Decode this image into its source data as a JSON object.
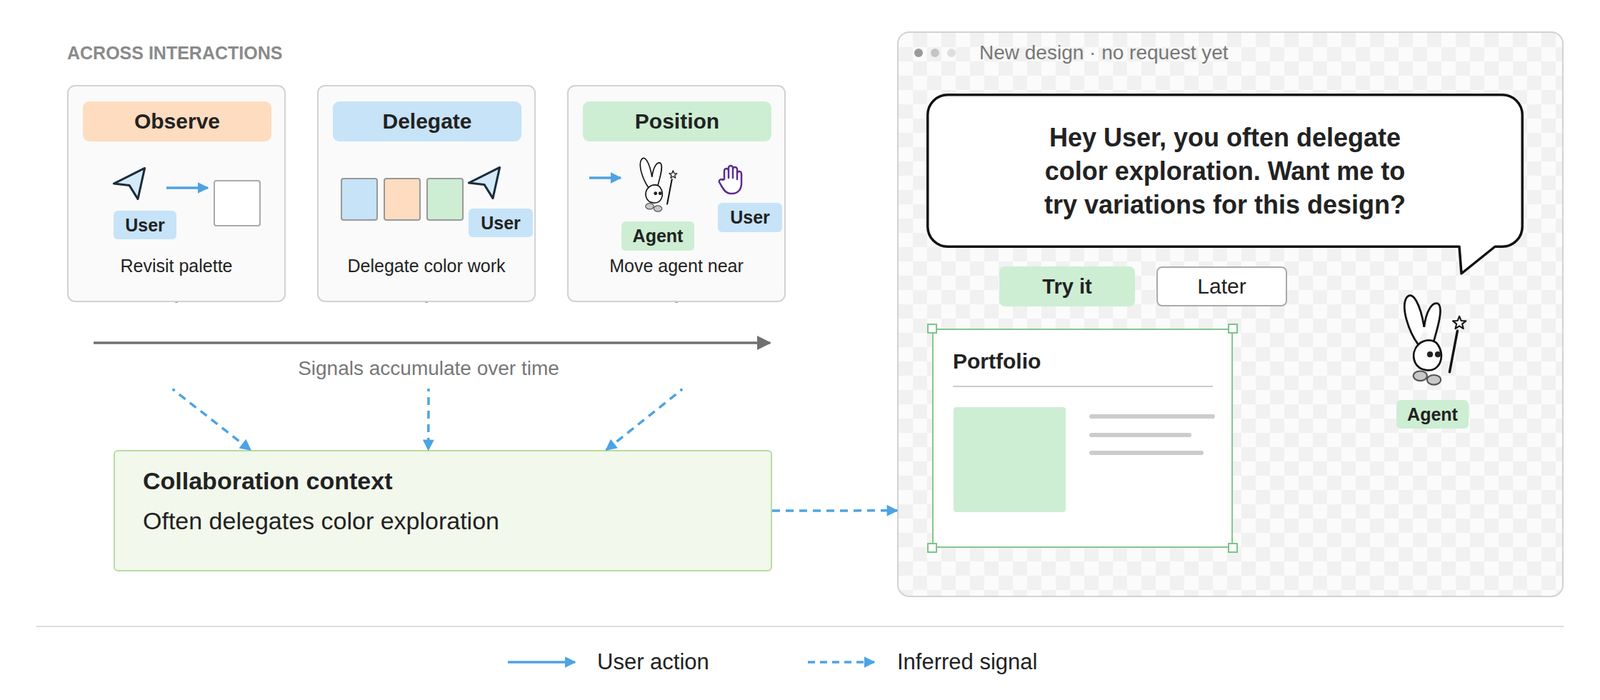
{
  "diagram": {
    "title": "ACROSS INTERACTIONS",
    "nodes": [
      {
        "text": [
          "Revisit palette"
        ]
      },
      {
        "text": [
          "Observe"
        ],
        "in": 0
      },
      {
        "text": [
          "User"
        ],
        "in": 0
      },
      {
        "text": [
          "Delegate color work"
        ]
      },
      {
        "text": [
          "Delegate"
        ],
        "in": 3
      },
      {
        "text": [
          "User"
        ],
        "in": 3
      },
      {
        "text": [
          "Move agent near"
        ]
      },
      {
        "text": [
          "Position"
        ],
        "in": 6
      },
      {
        "text": [
          "Agent"
        ],
        "in": 6
      },
      {
        "text": [
          "User"
        ],
        "in": 6
      },
      {
        "text": [
          "Collaboration context",
          "Often delegates color exploration"
        ]
      },
      {
        "text": [
          "New design · no request yet"
        ]
      },
      {
        "text": [
          "Hey User, you often delegate color exploration. Want me to try variations for this design?"
        ],
        "in": 11
      },
      {
        "text": [
          "Try it"
        ],
        "in": 11
      },
      {
        "text": [
          "Later"
        ],
        "in": 11
      },
      {
        "text": [
          "Portfolio"
        ],
        "in": 11
      },
      {
        "text": [
          "Agent"
        ],
        "in": 11
      }
    ],
    "edges": [
      {
        "from": 0,
        "to": 10,
        "arrow": "to"
      },
      {
        "from": 3,
        "to": 10,
        "arrow": "to"
      },
      {
        "from": 6,
        "to": 10,
        "arrow": "to"
      },
      {
        "from": 10,
        "to": 11,
        "arrow": "to"
      }
    ],
    "labels": [
      "Signals accumulate over time"
    ],
    "legend": [
      {
        "text": "User action"
      },
      {
        "text": "Inferred signal"
      }
    ]
  }
}
